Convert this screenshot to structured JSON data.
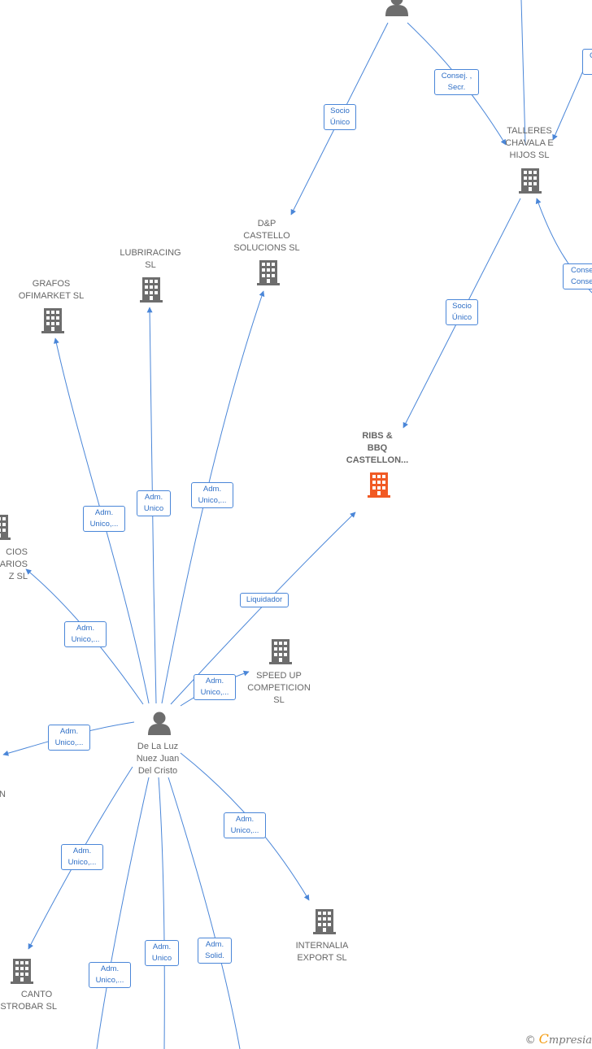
{
  "colors": {
    "edge": "#4a86d8",
    "node_icon": "#6d6d6d",
    "highlight": "#f15a24",
    "label_text": "#666666"
  },
  "nodes": [
    {
      "key": "top_person",
      "kind": "person",
      "lines": []
    },
    {
      "key": "talleres",
      "kind": "company",
      "lines": [
        "TALLERES",
        "CHAVALA E",
        "HIJOS SL"
      ]
    },
    {
      "key": "dp_castello",
      "kind": "company",
      "lines": [
        "D&P",
        "CASTELLO",
        "SOLUCIONS  SL"
      ]
    },
    {
      "key": "lubriracing",
      "kind": "company",
      "lines": [
        "LUBRIRACING",
        "SL"
      ]
    },
    {
      "key": "grafos",
      "kind": "company",
      "lines": [
        "GRAFOS",
        "OFIMARKET SL"
      ]
    },
    {
      "key": "ribs",
      "kind": "company",
      "highlight": true,
      "lines": [
        "RIBS &",
        "BBQ",
        "CASTELLON..."
      ]
    },
    {
      "key": "left_cut",
      "kind": "company",
      "lines": [
        "CIOS",
        "ARIOS",
        "Z  SL"
      ]
    },
    {
      "key": "speed_up",
      "kind": "company",
      "lines": [
        "SPEED UP",
        "COMPETICION",
        "SL"
      ]
    },
    {
      "key": "center_person",
      "kind": "person",
      "lines": [
        "De La Luz",
        "Nuez Juan",
        "Del Cristo"
      ]
    },
    {
      "key": "left_n",
      "kind": "company",
      "lines": [
        "N"
      ]
    },
    {
      "key": "internalia",
      "kind": "company",
      "lines": [
        "INTERNALIA",
        "EXPORT  SL"
      ]
    },
    {
      "key": "canto",
      "kind": "company",
      "lines": [
        "CANTO",
        "STROBAR  SL"
      ]
    }
  ],
  "edge_labels": [
    {
      "key": "socio_unico_1",
      "lines": [
        "Socio",
        "Único"
      ]
    },
    {
      "key": "consej_secr",
      "lines": [
        "Consej. ,",
        "Secr."
      ]
    },
    {
      "key": "cut_tr_1",
      "lines": [
        "C"
      ]
    },
    {
      "key": "cut_tr_2",
      "lines": [
        "Conse",
        "Conse"
      ]
    },
    {
      "key": "socio_unico_2",
      "lines": [
        "Socio",
        "Único"
      ]
    },
    {
      "key": "adm_grafos",
      "lines": [
        "Adm.",
        "Unico,..."
      ]
    },
    {
      "key": "adm_lubri",
      "lines": [
        "Adm.",
        "Unico"
      ]
    },
    {
      "key": "adm_dp",
      "lines": [
        "Adm.",
        "Unico,..."
      ]
    },
    {
      "key": "liquidador",
      "lines": [
        "Liquidador"
      ]
    },
    {
      "key": "adm_leftcut",
      "lines": [
        "Adm.",
        "Unico,..."
      ]
    },
    {
      "key": "adm_speed",
      "lines": [
        "Adm.",
        "Unico,..."
      ]
    },
    {
      "key": "adm_leftn",
      "lines": [
        "Adm.",
        "Unico,..."
      ]
    },
    {
      "key": "adm_internalia",
      "lines": [
        "Adm.",
        "Unico,..."
      ]
    },
    {
      "key": "adm_canto",
      "lines": [
        "Adm.",
        "Unico,..."
      ]
    },
    {
      "key": "adm_b1",
      "lines": [
        "Adm.",
        "Unico,..."
      ]
    },
    {
      "key": "adm_b2",
      "lines": [
        "Adm.",
        "Unico"
      ]
    },
    {
      "key": "adm_solid",
      "lines": [
        "Adm.",
        "Solid."
      ]
    }
  ],
  "brand": {
    "copyright": "©",
    "first_letter": "C",
    "rest": "mpresia"
  }
}
